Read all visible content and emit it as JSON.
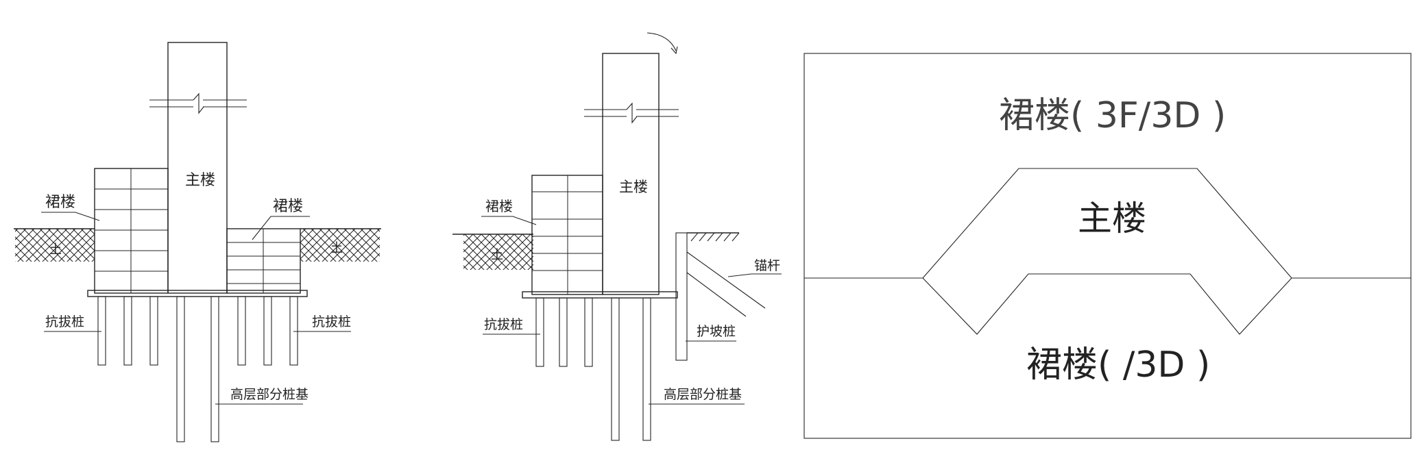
{
  "diagram1": {
    "main_building": "主楼",
    "podium_left": "裙楼",
    "podium_right": "裙楼",
    "soil_left": "土",
    "soil_right": "土",
    "pile_left": "抗拔桩",
    "pile_right": "抗拔桩",
    "pile_foundation": "高层部分桩基"
  },
  "diagram2": {
    "main_building": "主楼",
    "podium": "裙楼",
    "soil": "土",
    "pile": "抗拔桩",
    "anchor": "锚杆",
    "slope_pile": "护坡桩",
    "pile_foundation": "高层部分桩基"
  },
  "diagram3": {
    "top_label": "裙楼( 3F/3D )",
    "main_label": "主楼",
    "bottom_label": "裙楼( /3D )"
  }
}
